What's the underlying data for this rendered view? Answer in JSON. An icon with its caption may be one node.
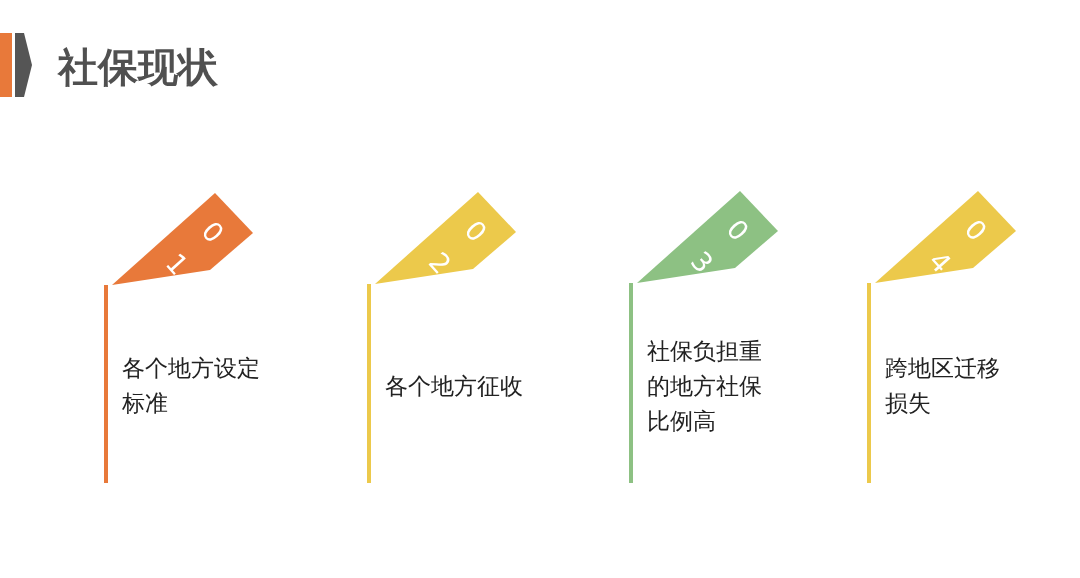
{
  "diagram": {
    "title": "社保现状",
    "nodes": [
      {
        "text": [
          "01"
        ],
        "beside": [
          "各个地方设定标准"
        ]
      },
      {
        "text": [
          "02"
        ],
        "beside": [
          "各个地方征收"
        ]
      },
      {
        "text": [
          "03"
        ],
        "beside": [
          "社保负担重的地方社保比例高"
        ]
      },
      {
        "text": [
          "04"
        ],
        "beside": [
          "跨地区迁移损失"
        ]
      }
    ]
  }
}
